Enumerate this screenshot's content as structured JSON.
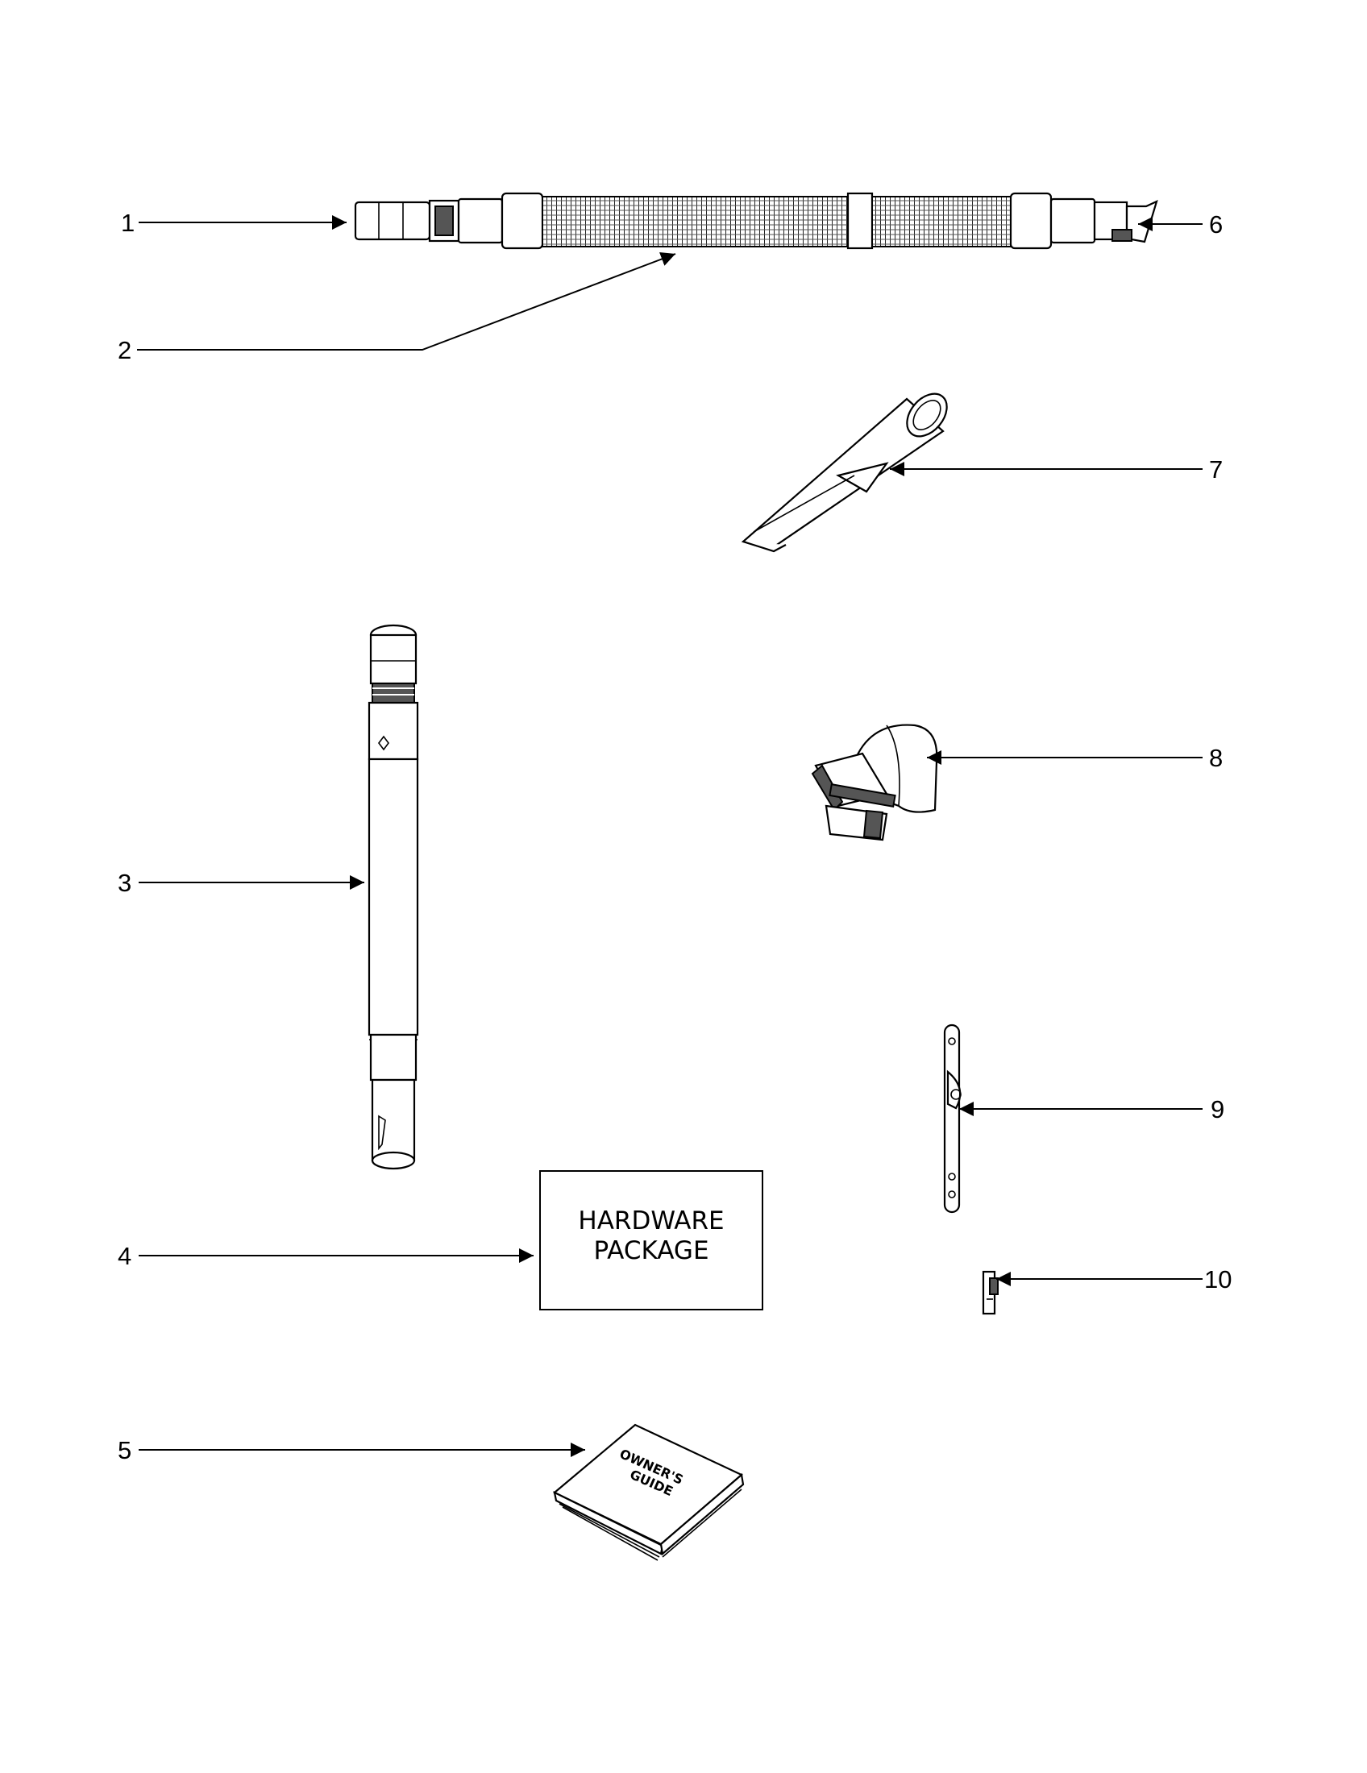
{
  "callouts": [
    "1",
    "2",
    "3",
    "4",
    "5",
    "6",
    "7",
    "8",
    "9",
    "10"
  ],
  "hardware_box": {
    "line1": "HARDWARE",
    "line2": "PACKAGE"
  },
  "owners_guide": {
    "line1": "OWNER'S",
    "line2": "GUIDE"
  },
  "parts_icons": [
    "hose-icon",
    "extension-wand-icon",
    "hardware-package-box",
    "owners-guide-book-icon",
    "hose-end-icon",
    "crevice-tool-icon",
    "upholstery-brush-icon",
    "cord-hook-icon",
    "small-clip-icon"
  ]
}
